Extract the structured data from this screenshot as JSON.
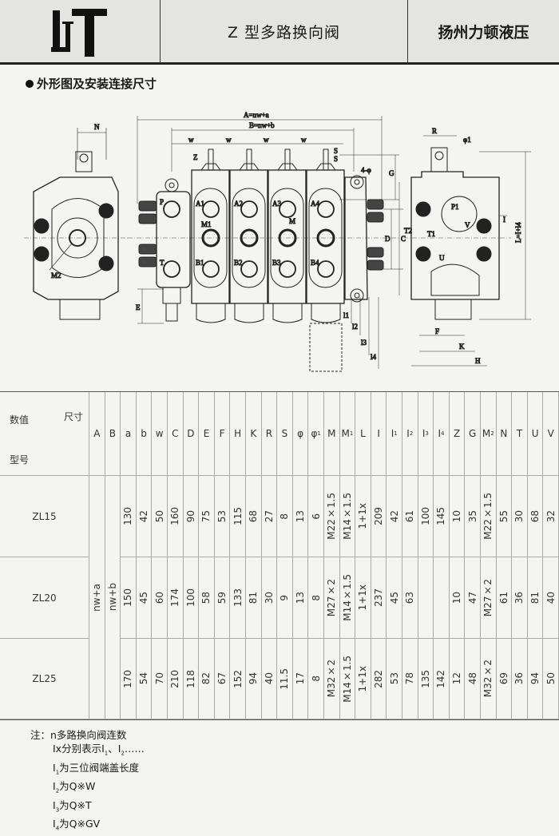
{
  "header": {
    "logo_text": "LIT",
    "title": "Z 型多路换向阀",
    "company": "扬州力顿液压"
  },
  "section_title": "外形图及安装连接尺寸",
  "drawing": {
    "dim_A": "A=nw+a",
    "dim_B": "B=nw+b",
    "dim_w": "w",
    "Z": "Z",
    "S": "S",
    "mount_holes": "4-φ",
    "G": "G",
    "C": "C",
    "D": "D",
    "E": "E",
    "N": "N",
    "P": "P",
    "T": "T",
    "ports_A": [
      "A1",
      "A2",
      "A3",
      "A4"
    ],
    "ports_B": [
      "B1",
      "B2",
      "B3",
      "B4"
    ],
    "M1": "M1",
    "M": "M",
    "M2": "M2",
    "l1": "l1",
    "l2": "l2",
    "l3": "l3",
    "l4": "l4",
    "R": "R",
    "phi1": "φ1",
    "P1": "P1",
    "T1": "T1",
    "T2": "T2",
    "U": "U",
    "V": "V",
    "I": "I",
    "L": "L=I+l4",
    "F": "F",
    "K": "K",
    "H": "H"
  },
  "table": {
    "corner_top": "尺寸",
    "corner_left": "数值",
    "corner_bottom": "型号",
    "columns": [
      {
        "t": "A"
      },
      {
        "t": "B"
      },
      {
        "t": "a"
      },
      {
        "t": "b"
      },
      {
        "t": "w"
      },
      {
        "t": "C"
      },
      {
        "t": "D"
      },
      {
        "t": "E"
      },
      {
        "t": "F"
      },
      {
        "t": "H"
      },
      {
        "t": "K"
      },
      {
        "t": "R"
      },
      {
        "t": "S"
      },
      {
        "t": "φ"
      },
      {
        "t": "φ",
        "sub": "1"
      },
      {
        "t": "M"
      },
      {
        "t": "M",
        "sub": "1"
      },
      {
        "t": "L"
      },
      {
        "t": "I"
      },
      {
        "t": "I",
        "sub": "1"
      },
      {
        "t": "I",
        "sub": "2"
      },
      {
        "t": "I",
        "sub": "3"
      },
      {
        "t": "I",
        "sub": "4"
      },
      {
        "t": "Z"
      },
      {
        "t": "G"
      },
      {
        "t": "M",
        "sub": "2"
      },
      {
        "t": "N"
      },
      {
        "t": "T"
      },
      {
        "t": "U"
      },
      {
        "t": "V"
      }
    ],
    "shared": {
      "A": "nw+a",
      "B": "nw+b"
    },
    "rows": [
      {
        "model": "ZL15",
        "values": [
          "130",
          "42",
          "50",
          "160",
          "90",
          "75",
          "53",
          "115",
          "68",
          "27",
          "8",
          "13",
          "6",
          "M22×1.5",
          "M14×1.5",
          "1+1x",
          "209",
          "42",
          "61",
          "100",
          "145",
          "10",
          "35",
          "M22×1.5",
          "55",
          "30",
          "68",
          "32"
        ]
      },
      {
        "model": "ZL20",
        "values": [
          "150",
          "45",
          "60",
          "174",
          "100",
          "58",
          "59",
          "133",
          "81",
          "30",
          "9",
          "13",
          "8",
          "M27×2",
          "M14×1.5",
          "1+1x",
          "237",
          "45",
          "63",
          "",
          "",
          "10",
          "47",
          "M27×2",
          "61",
          "36",
          "81",
          "40"
        ]
      },
      {
        "model": "ZL25",
        "values": [
          "170",
          "54",
          "70",
          "210",
          "118",
          "82",
          "67",
          "152",
          "94",
          "40",
          "11.5",
          "17",
          "8",
          "M32×2",
          "M14×1.5",
          "1+1x",
          "282",
          "53",
          "78",
          "135",
          "142",
          "12",
          "48",
          "M32×2",
          "69",
          "36",
          "94",
          "50"
        ]
      }
    ]
  },
  "notes": {
    "lines": [
      {
        "pre": "注：n多路换向阀连数"
      },
      {
        "pre": "Ix分别表示I",
        "sub": "1",
        "post": "、I",
        "sub2": "2",
        "post2": "……"
      },
      {
        "pre": "I",
        "sub": "1",
        "post": "为三位阀端盖长度"
      },
      {
        "pre": "I",
        "sub": "2",
        "post": "为Q※W"
      },
      {
        "pre": "I",
        "sub": "3",
        "post": "为Q※T"
      },
      {
        "pre": "I",
        "sub": "4",
        "post": "为Q※GV"
      }
    ]
  }
}
